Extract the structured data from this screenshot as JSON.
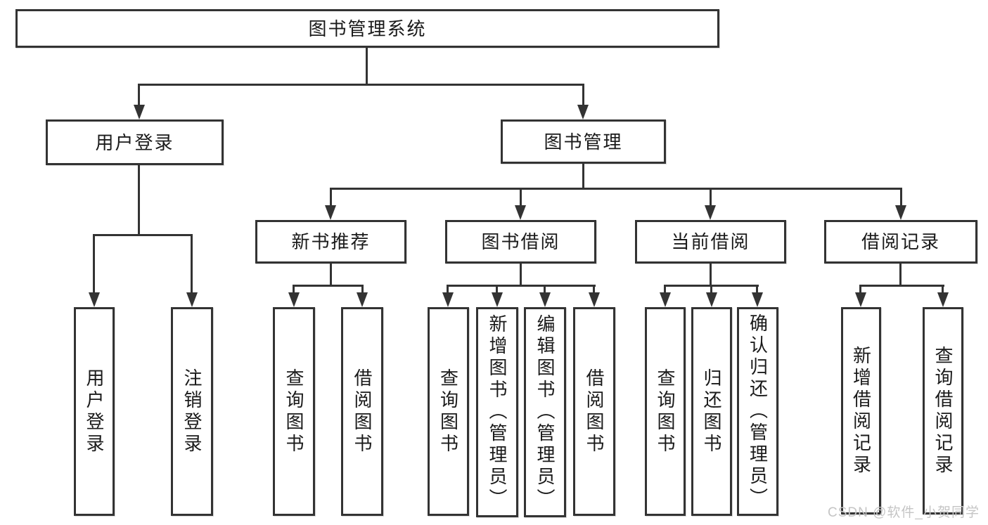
{
  "colors": {
    "line": "#333333",
    "box_border": "#333333",
    "box_fill": "#ffffff",
    "label_text": "#1a1a1a",
    "watermark_text": "#c5c5c5",
    "page_background": "#ffffff"
  },
  "watermark": {
    "text": "CSDN @软件_小贺同学"
  },
  "tree": {
    "label": "图书管理系统",
    "children": [
      {
        "label": "用户登录",
        "children": [
          {
            "label": "用户登录"
          },
          {
            "label": "注销登录"
          }
        ]
      },
      {
        "label": "图书管理",
        "children": [
          {
            "label": "新书推荐",
            "children": [
              {
                "label": "查询图书"
              },
              {
                "label": "借阅图书"
              }
            ]
          },
          {
            "label": "图书借阅",
            "children": [
              {
                "label": "查询图书"
              },
              {
                "label": "新增图书（管理员）"
              },
              {
                "label": "编辑图书（管理员）"
              },
              {
                "label": "借阅图书"
              }
            ]
          },
          {
            "label": "当前借阅",
            "children": [
              {
                "label": "查询图书"
              },
              {
                "label": "归还图书"
              },
              {
                "label": "确认归还（管理员）"
              }
            ]
          },
          {
            "label": "借阅记录",
            "children": [
              {
                "label": "新增借阅记录"
              },
              {
                "label": "查询借阅记录"
              }
            ]
          }
        ]
      }
    ]
  }
}
